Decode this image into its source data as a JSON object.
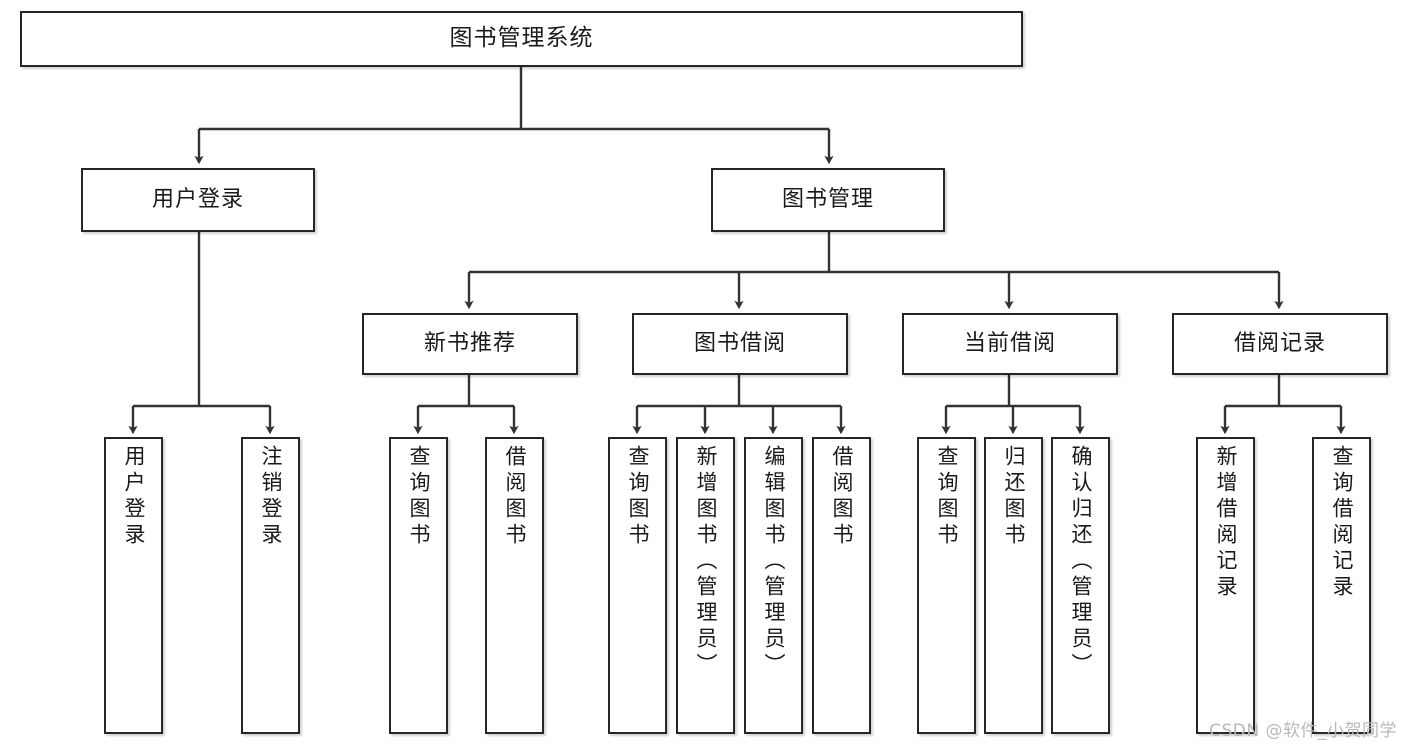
{
  "diagram": {
    "title": "图书管理系统",
    "type": "tree",
    "watermark": "CSDN @软件_小贺同学",
    "colors": {
      "box_border": "#262626",
      "box_fill": "#ffffff",
      "edge": "#333333",
      "text": "#1a1a1a",
      "watermark": "#b9b9b9",
      "background": "#ffffff"
    },
    "nodes": {
      "root": {
        "label": "图书管理系统",
        "level": 0
      },
      "l1": [
        {
          "id": "user_login",
          "label": "用户登录",
          "level": 1
        },
        {
          "id": "book_manage",
          "label": "图书管理",
          "level": 1
        }
      ],
      "l2": [
        {
          "id": "new_book_rec",
          "label": "新书推荐",
          "level": 2,
          "parent": "book_manage"
        },
        {
          "id": "book_borrow",
          "label": "图书借阅",
          "level": 2,
          "parent": "book_manage"
        },
        {
          "id": "current_borrow",
          "label": "当前借阅",
          "level": 2,
          "parent": "book_manage"
        },
        {
          "id": "borrow_record",
          "label": "借阅记录",
          "level": 2,
          "parent": "book_manage"
        }
      ],
      "leaves": [
        {
          "id": "leaf_user_login",
          "label": "用户登录",
          "parent": "user_login"
        },
        {
          "id": "leaf_user_logout",
          "label": "注销登录",
          "parent": "user_login"
        },
        {
          "id": "leaf_query_book_1",
          "label": "查询图书",
          "parent": "new_book_rec"
        },
        {
          "id": "leaf_borrow_book_1",
          "label": "借阅图书",
          "parent": "new_book_rec"
        },
        {
          "id": "leaf_query_book_2",
          "label": "查询图书",
          "parent": "book_borrow"
        },
        {
          "id": "leaf_add_book",
          "label": "新增图书（管理员）",
          "parent": "book_borrow"
        },
        {
          "id": "leaf_edit_book",
          "label": "编辑图书（管理员）",
          "parent": "book_borrow"
        },
        {
          "id": "leaf_borrow_book_2",
          "label": "借阅图书",
          "parent": "book_borrow"
        },
        {
          "id": "leaf_query_book_3",
          "label": "查询图书",
          "parent": "current_borrow"
        },
        {
          "id": "leaf_return_book",
          "label": "归还图书",
          "parent": "current_borrow"
        },
        {
          "id": "leaf_confirm_return",
          "label": "确认归还（管理员）",
          "parent": "current_borrow"
        },
        {
          "id": "leaf_add_record",
          "label": "新增借阅记录",
          "parent": "borrow_record"
        },
        {
          "id": "leaf_query_record",
          "label": "查询借阅记录",
          "parent": "borrow_record"
        }
      ]
    }
  }
}
